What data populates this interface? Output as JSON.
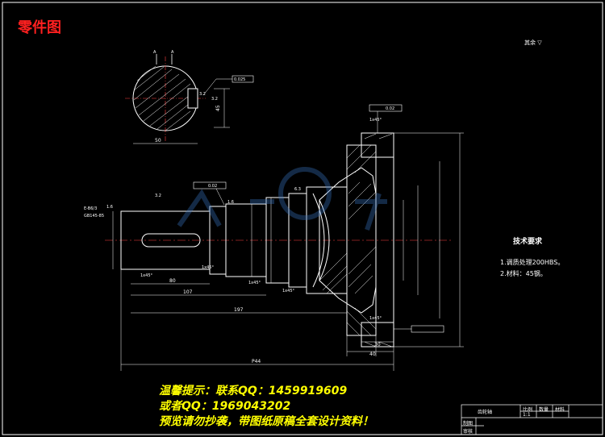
{
  "drawing": {
    "title": "零件图",
    "roughness_note": "其余",
    "tech_requirements": {
      "heading": "技术要求",
      "items": [
        "1.调质处理200HBS。",
        "2.材料：45钢。"
      ]
    },
    "dimensions": {
      "d_107": "107",
      "d_197": "197",
      "d_244": "P44",
      "d_80": "80",
      "d_40": "40",
      "d_30": "30",
      "section_50": "50",
      "section_45": "45",
      "label_A1": "A",
      "label_A2": "A",
      "tol_1": "0.025",
      "tol_2": "0.02",
      "tol_3": "0.02",
      "ch_1": "1x45°",
      "ch_2": "1x45°",
      "ch_3": "1x45°",
      "ch_4": "1x45°",
      "ch_5": "1x45°",
      "ch_6": "1x45°",
      "thread_top": "E-B6/3",
      "thread_bot": "GB145-85",
      "ra_1": "3.2",
      "ra_2": "3.2",
      "ra_3": "1.6",
      "ra_4": "3.2",
      "ra_5": "1.6",
      "ra_6": "6.3"
    },
    "title_block": {
      "name": "齿轮轴",
      "col1": "比例",
      "col2": "数量",
      "col3": "材料",
      "scale": "1:1",
      "drawn": "制图",
      "check": "审核"
    }
  },
  "promo": {
    "line1": "温馨提示：联系QQ：1459919609",
    "line2": "或者QQ：1969043202",
    "line3": "预览请勿抄袭，带图纸原稿全套设计资料！"
  }
}
